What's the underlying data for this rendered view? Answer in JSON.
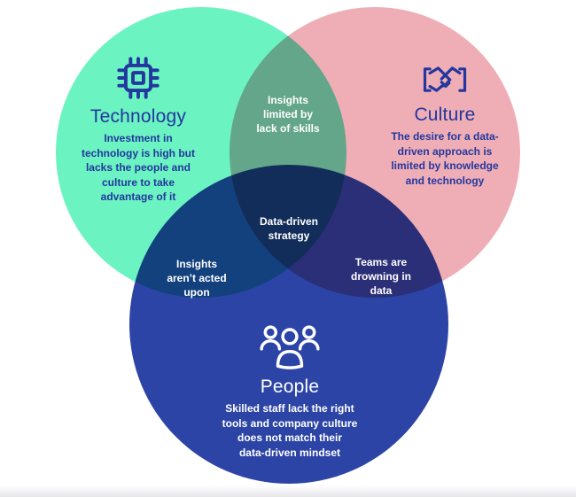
{
  "colors": {
    "background": "#ffffff",
    "technology_circle": "#6BF3C2",
    "culture_circle": "#EFAEB6",
    "people_circle": "#2C44A6",
    "overlap_technology_culture": "#68AB8C",
    "overlap_technology_people": "#17498C",
    "overlap_culture_people": "#2A2F6D",
    "overlap_center": "#14295C",
    "ink_text": "#23379E",
    "light_text": "#ffffff"
  },
  "venn": {
    "technology": {
      "title": "Technology",
      "description": "Investment in\ntechnology is high but\nlacks the people and\nculture to take\nadvantage of it",
      "icon": "chip-icon"
    },
    "culture": {
      "title": "Culture",
      "description": "The desire for a data-\ndriven approach is\nlimited by knowledge\nand technology",
      "icon": "handshake-icon"
    },
    "people": {
      "title": "People",
      "description": "Skilled staff lack the right\ntools and company culture\ndoes not match their\ndata-driven mindset",
      "icon": "people-icon"
    },
    "overlaps": {
      "technology_culture": "Insights\nlimited by\nlack of skills",
      "technology_people": "Insights\naren’t acted\nupon",
      "culture_people": "Teams are\ndrowning in\ndata",
      "center": "Data-driven\nstrategy"
    }
  }
}
